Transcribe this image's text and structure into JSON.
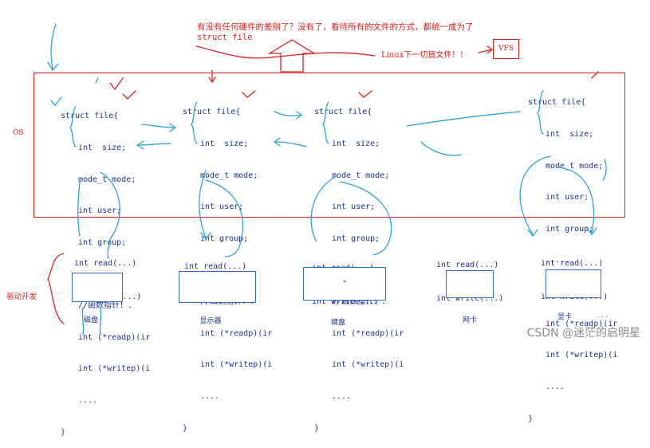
{
  "notes": {
    "question_line": "有没有任何硬件的差别了？没有了，看待所有的文件的方式，都统一成为了",
    "struct_file": "struct file",
    "linux_everything_file": "Linux下一切皆文件！！",
    "vfs": "VFS",
    "os": "OS",
    "driver_dev": "驱动开发"
  },
  "struct_block": {
    "header": "struct file{",
    "fields": [
      "int  size;",
      "mode_t mode;",
      "int user;",
      "int group;",
      "....."
    ],
    "comment": "//函数指针！.",
    "fp_read": "int (*readp)(ir",
    "fp_write": "int (*writep)(i",
    "ellipsis": "....",
    "close": "}"
  },
  "driver_api": {
    "read": "int read(...)",
    "write": "int write(...)"
  },
  "devices": [
    "磁盘",
    "显示器",
    "键盘",
    "网卡",
    "显卡"
  ],
  "device_more": "...",
  "watermark": "CSDN @迷茫的启明星",
  "colors": {
    "ink": "#1a2f8f",
    "pen_blue": "#2aa3d8",
    "pen_red": "#e0201c",
    "box_blue": "#2c6fc2"
  }
}
